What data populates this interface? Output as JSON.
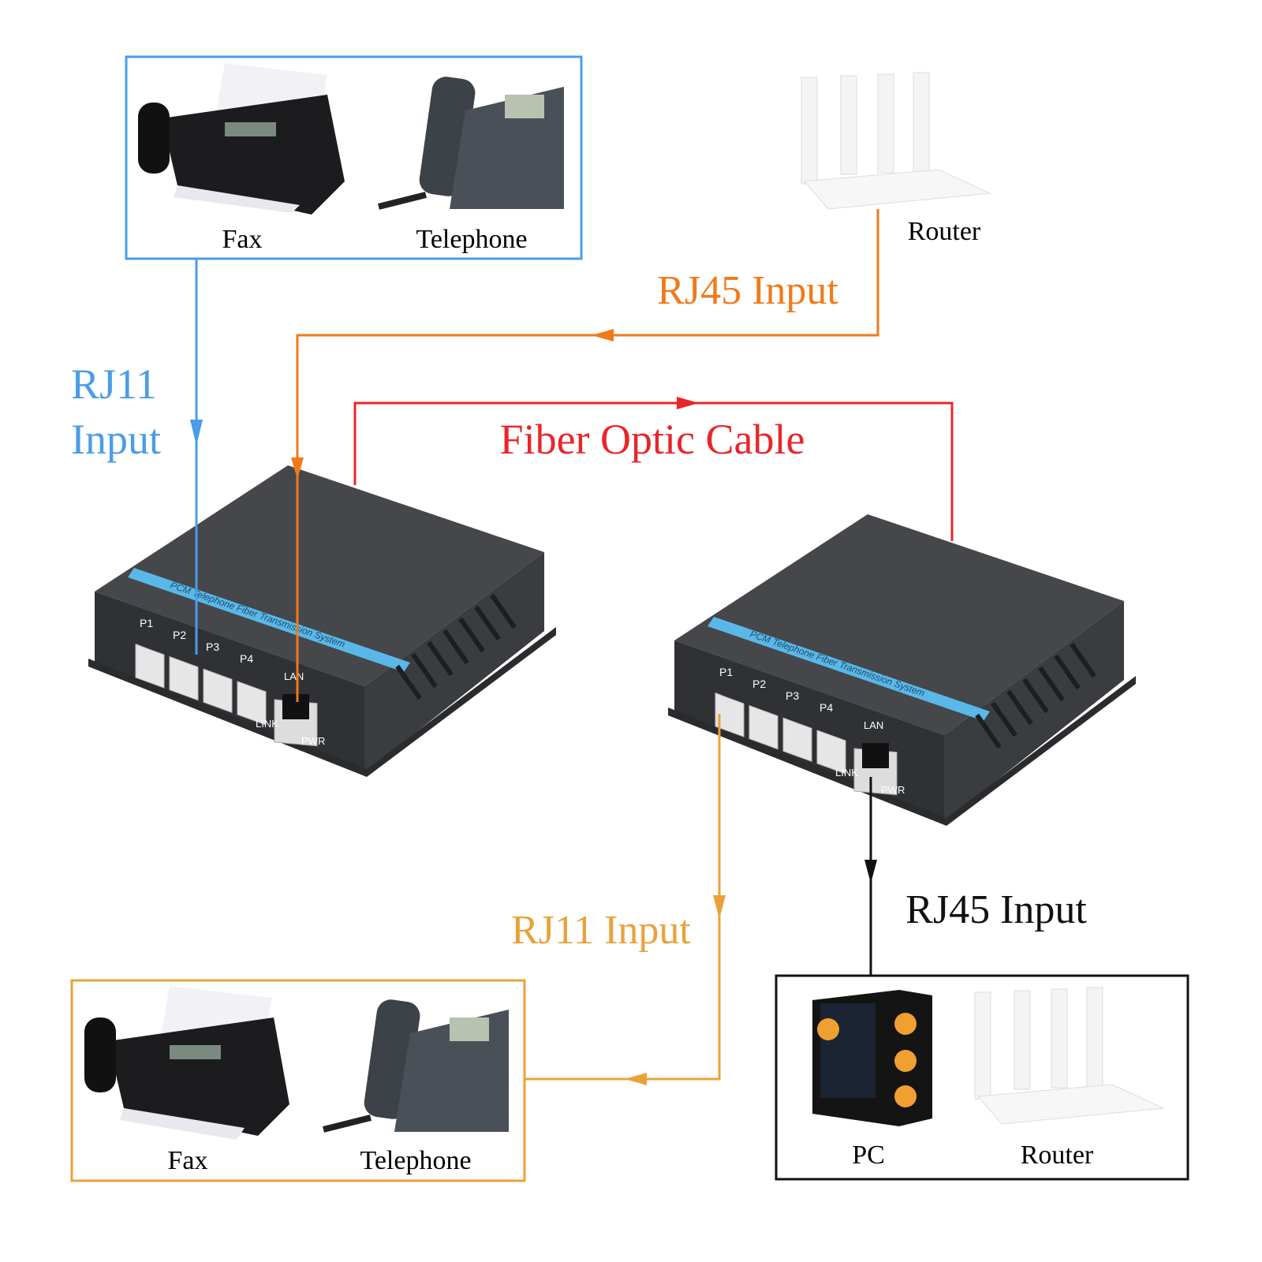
{
  "colors": {
    "blue": "#4a9de8",
    "orange": "#f07a1a",
    "red": "#e8262a",
    "amber": "#e9a23b",
    "black": "#111111",
    "device": "#3d3f42",
    "stripe": "#5ab8e8"
  },
  "top_group": {
    "fax": "Fax",
    "telephone": "Telephone"
  },
  "top_router": "Router",
  "bottom_left_group": {
    "fax": "Fax",
    "telephone": "Telephone"
  },
  "bottom_right_group": {
    "pc": "PC",
    "router": "Router"
  },
  "connections": {
    "rj11_top_line1": "RJ11",
    "rj11_top_line2": "Input",
    "rj45_top": "RJ45 Input",
    "fiber": "Fiber Optic Cable",
    "rj11_bottom": "RJ11 Input",
    "rj45_bottom": "RJ45 Input"
  },
  "device": {
    "stripe_text": "PCM Telephone Fiber Transmission System",
    "ports": [
      "P1",
      "P2",
      "P3",
      "P4"
    ],
    "lan": "LAN",
    "link": "LINK",
    "pwr": "PWR"
  }
}
